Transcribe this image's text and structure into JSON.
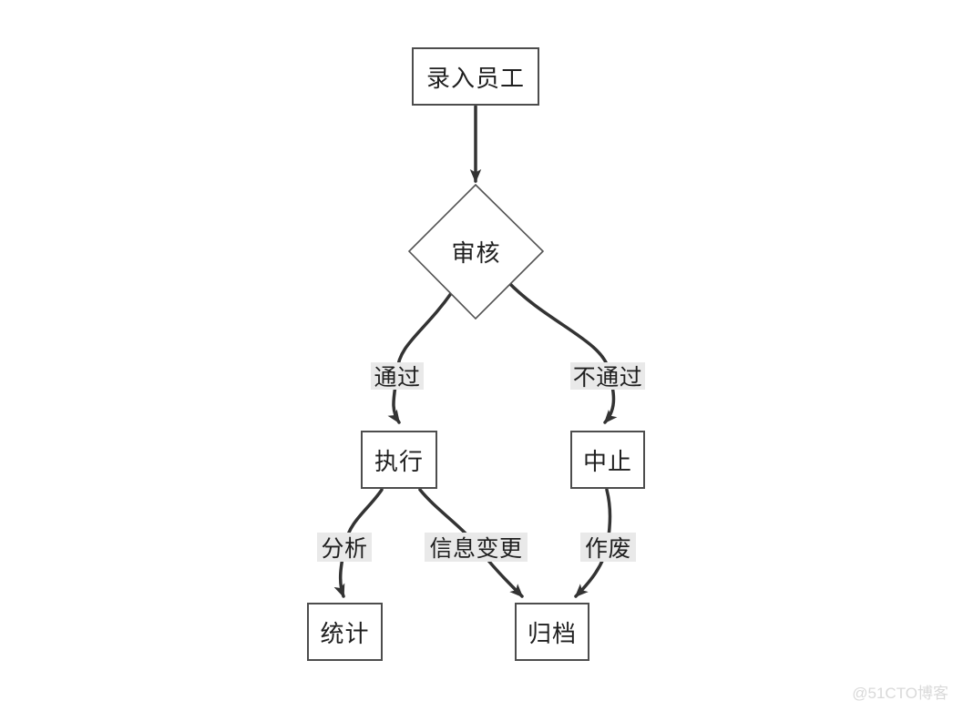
{
  "flowchart": {
    "nodes": [
      {
        "id": "start",
        "shape": "rectangle",
        "label": "录入员工"
      },
      {
        "id": "review",
        "shape": "diamond",
        "label": "审核"
      },
      {
        "id": "execute",
        "shape": "rectangle",
        "label": "执行"
      },
      {
        "id": "abort",
        "shape": "rectangle",
        "label": "中止"
      },
      {
        "id": "stats",
        "shape": "rectangle",
        "label": "统计"
      },
      {
        "id": "archive",
        "shape": "rectangle",
        "label": "归档"
      }
    ],
    "edges": [
      {
        "from": "录入员工",
        "to": "审核",
        "label": ""
      },
      {
        "from": "审核",
        "to": "执行",
        "label": "通过"
      },
      {
        "from": "审核",
        "to": "中止",
        "label": "不通过"
      },
      {
        "from": "执行",
        "to": "统计",
        "label": "分析"
      },
      {
        "from": "执行",
        "to": "归档",
        "label": "信息变更"
      },
      {
        "from": "中止",
        "to": "归档",
        "label": "作废"
      }
    ],
    "colors": {
      "connector": "#333333",
      "node_border": "#4d4d4d",
      "node_fill": "#ffffff",
      "edge_label_bg": "#e9e9e9",
      "text": "#1f1f1f"
    }
  },
  "watermark": {
    "text": "@51CTO博客",
    "color": "#d9d9d9"
  }
}
